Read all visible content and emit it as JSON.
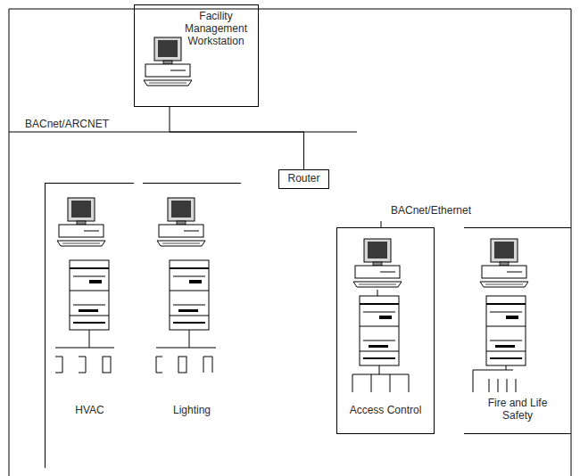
{
  "diagram": {
    "nodes": [
      {
        "text": [
          "Facility Management Workstation"
        ]
      },
      {
        "text": [
          "Router"
        ]
      },
      {
        "text": [
          "HVAC"
        ]
      },
      {
        "text": [
          "Lighting"
        ]
      },
      {
        "text": [
          "Access Control"
        ]
      },
      {
        "text": [
          "Fire and Life Safety"
        ]
      }
    ],
    "edges": [
      {
        "from": 0,
        "to": 1,
        "arrow": "none"
      }
    ],
    "labels": [
      "BACnet/ARCNET",
      "BACnet/Ethernet"
    ]
  }
}
